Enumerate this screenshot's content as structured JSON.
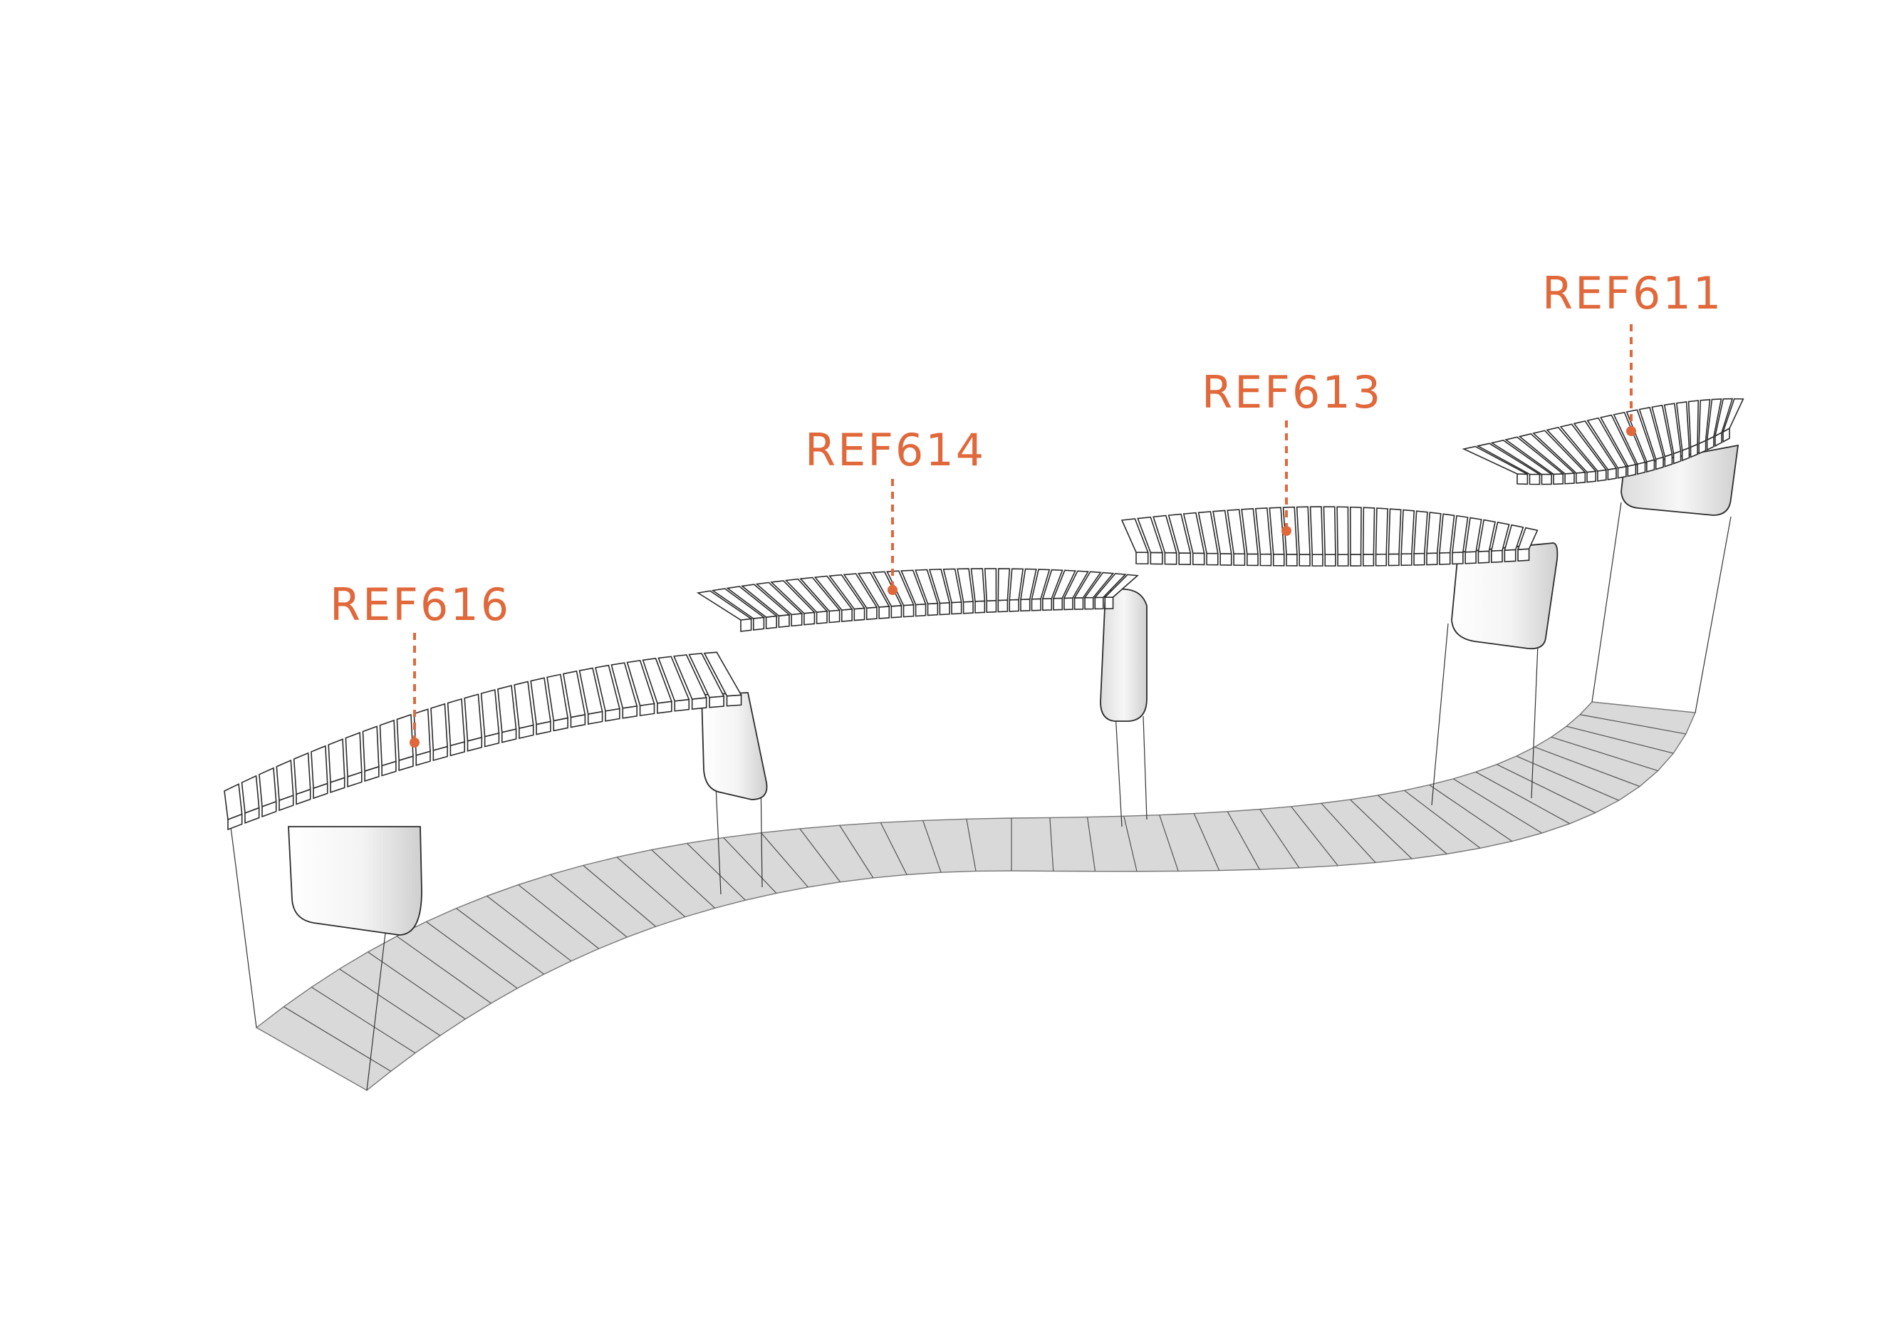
{
  "colors": {
    "accent": "#e0683a",
    "outline": "#2b2b2b",
    "floor": "#d9d9d9",
    "support_light": "#ffffff",
    "support_shadow": "#d2d2d2"
  },
  "labels": [
    {
      "id": "ref616",
      "text": "REF616"
    },
    {
      "id": "ref614",
      "text": "REF614"
    },
    {
      "id": "ref613",
      "text": "REF613"
    },
    {
      "id": "ref611",
      "text": "REF611"
    }
  ]
}
